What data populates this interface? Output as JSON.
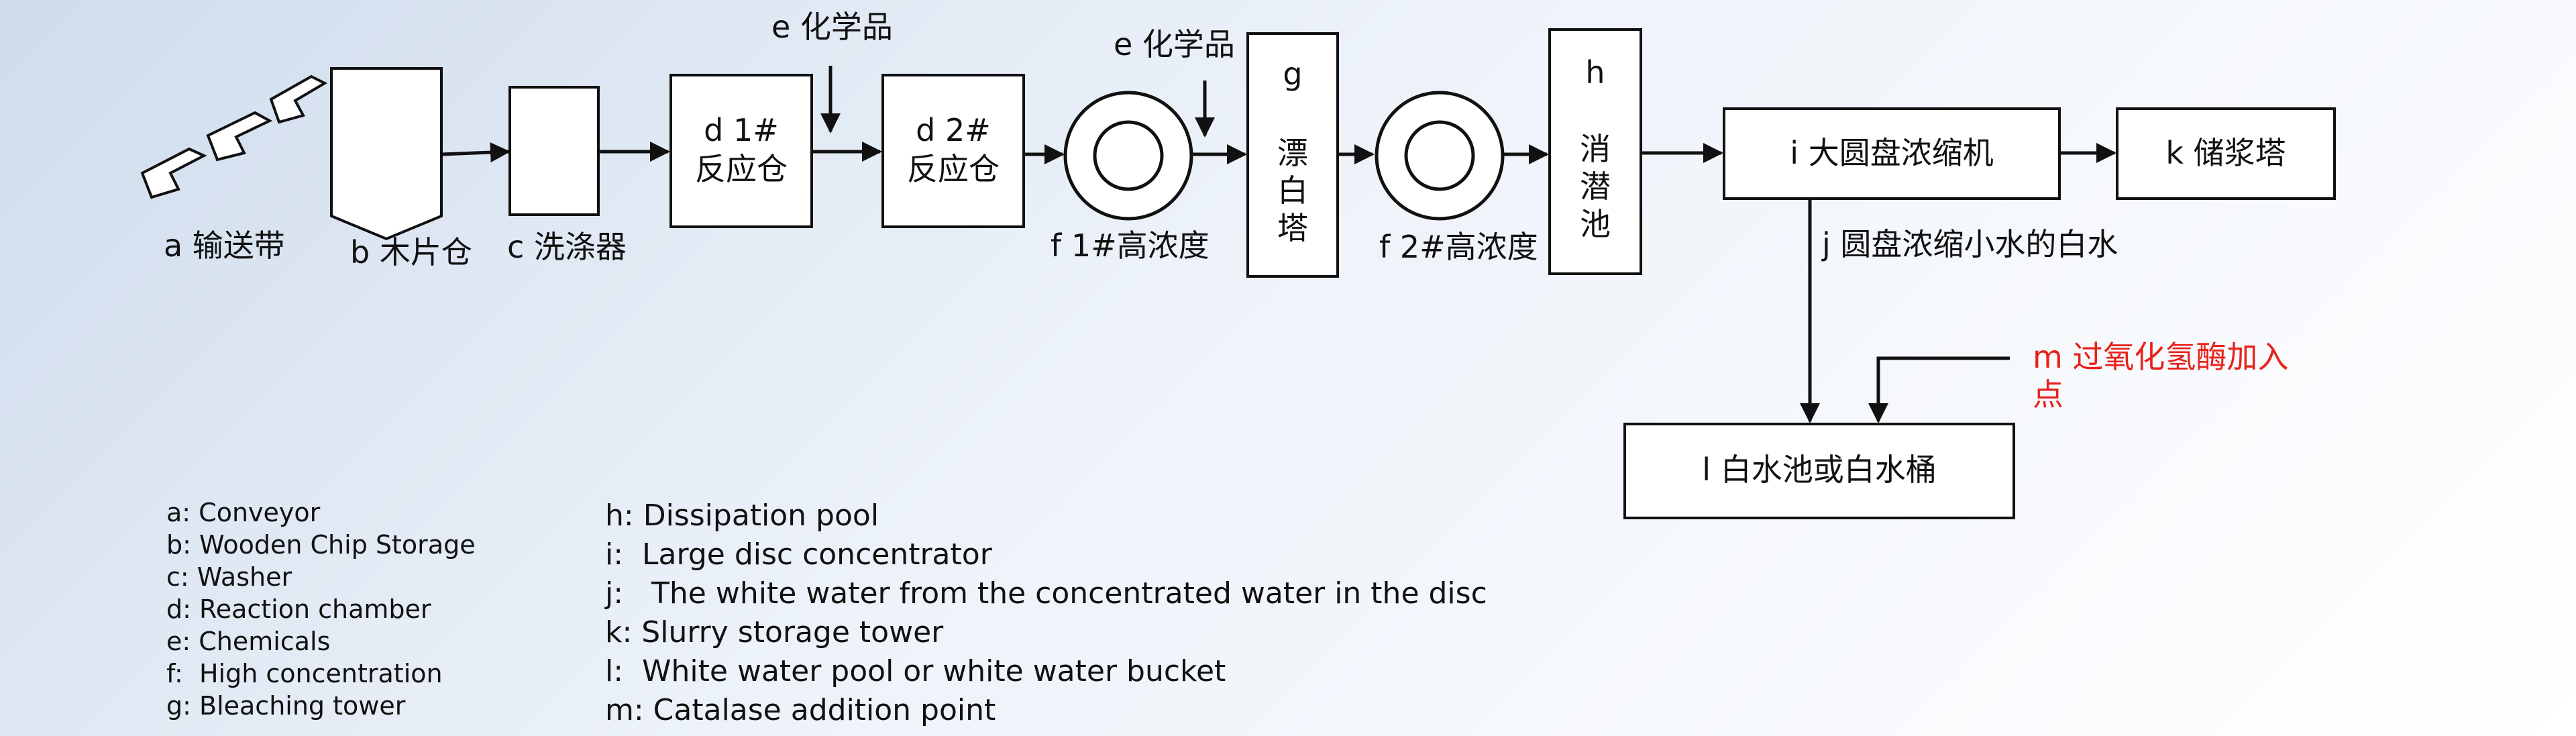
{
  "diagram": {
    "conveyor_label": "a 输送带",
    "chip_storage_label": "b 木片仓",
    "washer_label": "c 洗涤器",
    "reactor1": {
      "line1": "d 1#",
      "line2": "反应仓"
    },
    "reactor2": {
      "line1": "d 2#",
      "line2": "反应仓"
    },
    "chemicals_label_1": "e 化学品",
    "chemicals_label_2": "e 化学品",
    "hc1_label": "f 1#高浓度",
    "hc2_label": "f 2#高浓度",
    "bleach_tower": {
      "letter": "g",
      "c1": "漂",
      "c2": "白",
      "c3": "塔"
    },
    "dissipation_pool": {
      "letter": "h",
      "c1": "消",
      "c2": "潜",
      "c3": "池"
    },
    "disc_concentrator_label": "i 大圆盘浓缩机",
    "slurry_tower_label": "k 储浆塔",
    "white_water_label": "j 圆盘浓缩小水的白水",
    "white_water_pool_label": "l 白水池或白水桶",
    "catalase_point": {
      "line1": "m 过氧化氢酶加入",
      "line2": "点"
    }
  },
  "legend_left": [
    {
      "key": "a:",
      "text": " Conveyor"
    },
    {
      "key": "b:",
      "text": " Wooden Chip Storage"
    },
    {
      "key": "c:",
      "text": " Washer"
    },
    {
      "key": "d:",
      "text": " Reaction chamber"
    },
    {
      "key": "e:",
      "text": " Chemicals"
    },
    {
      "key": "f:",
      "text": "  High concentration"
    },
    {
      "key": "g:",
      "text": " Bleaching tower"
    }
  ],
  "legend_right": [
    {
      "key": "h:",
      "text": " Dissipation pool"
    },
    {
      "key": "i:",
      "text": "  Large disc concentrator"
    },
    {
      "key": "j:",
      "text": "   The white water from the concentrated water in the disc"
    },
    {
      "key": "k:",
      "text": " Slurry storage tower"
    },
    {
      "key": "l:",
      "text": "  White water pool or white water bucket"
    },
    {
      "key": "m:",
      "text": " Catalase addition point"
    }
  ],
  "colors": {
    "line": "#111111",
    "highlight": "#e8211a",
    "box_fill": "#ffffff"
  }
}
